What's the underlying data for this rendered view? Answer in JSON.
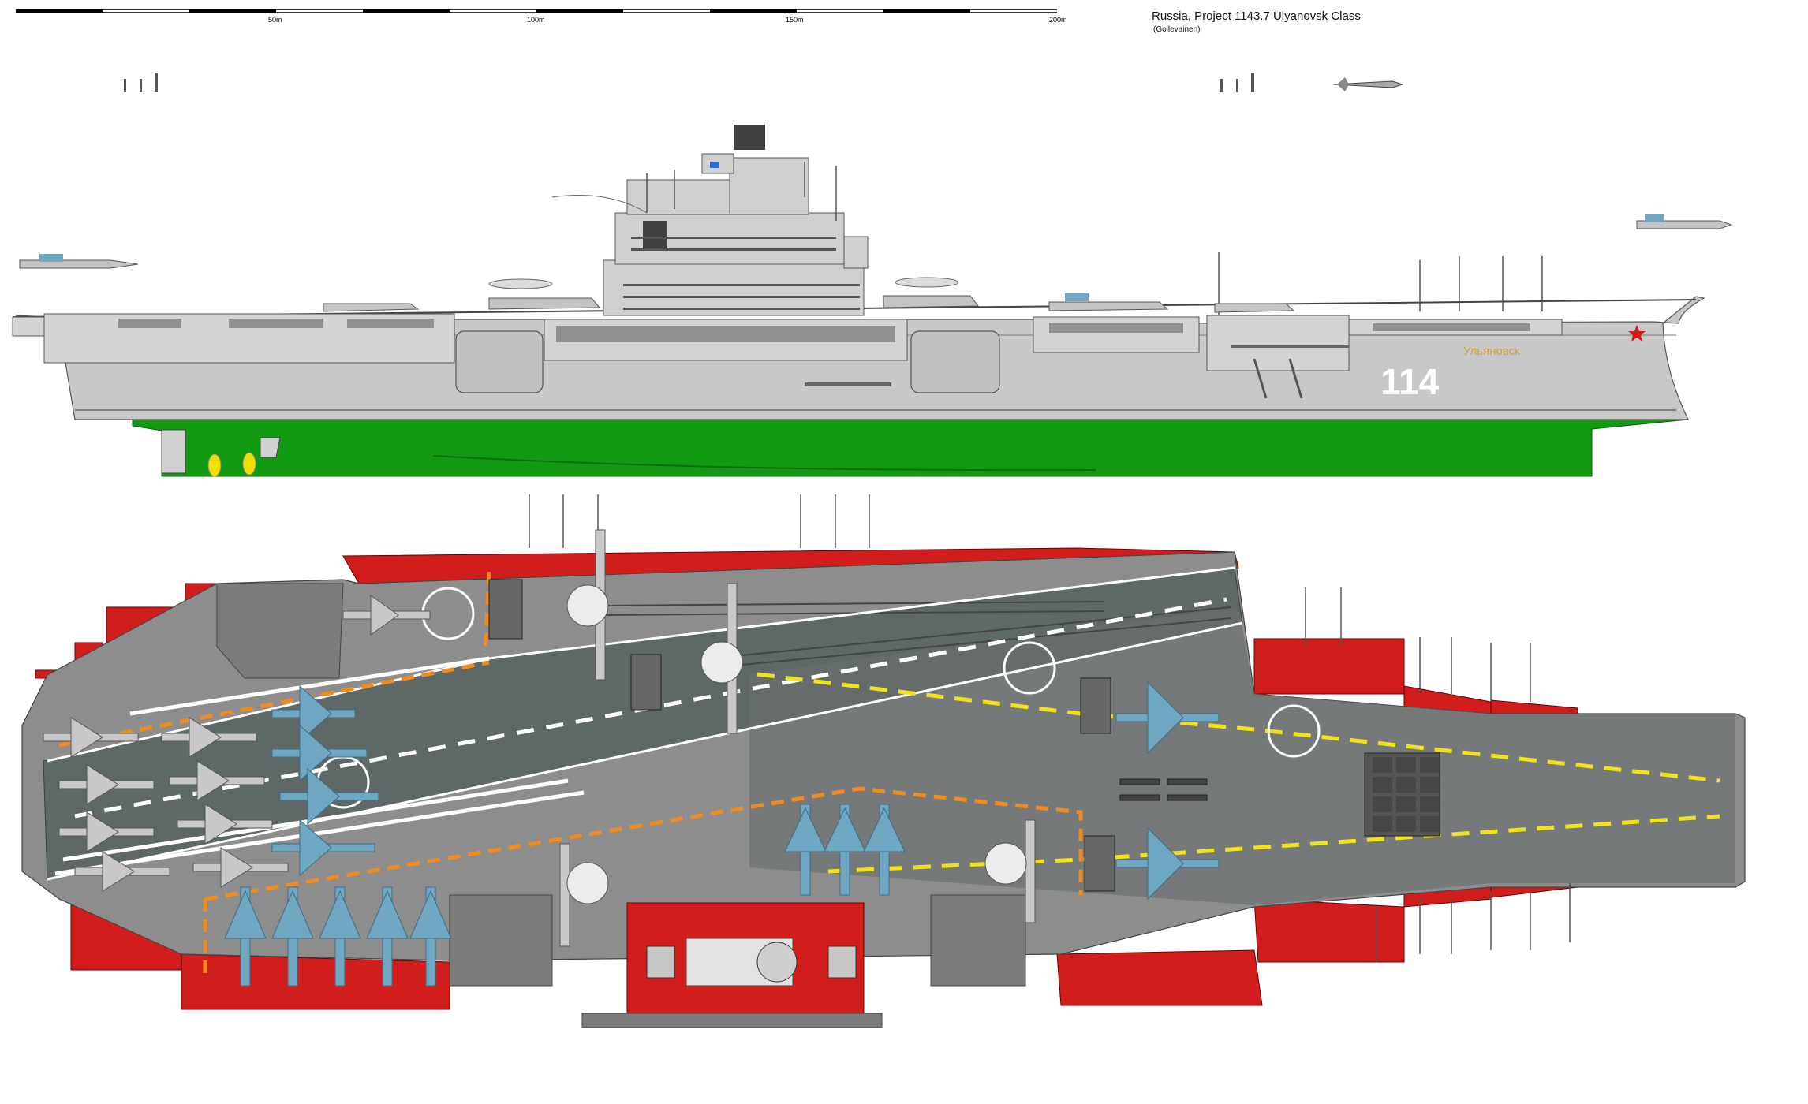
{
  "header": {
    "title": "Russia, Project 1143.7 Ulyanovsk Class",
    "author": "(Gollevainen)"
  },
  "scale": {
    "ticks": [
      "50m",
      "100m",
      "150m",
      "200m"
    ]
  },
  "ship": {
    "hull_number": "114",
    "name": "Ульяновск"
  },
  "colors": {
    "hull": "#c8c8c8",
    "antifouling": "#119a11",
    "deck": "#606a68",
    "deck_dark": "#565e5c",
    "red_sponson": "#d21d1d",
    "hangar_grey": "#8f8f8f",
    "marking_white": "#ffffff",
    "marking_yellow": "#f2e21a",
    "marking_orange": "#f08c1e",
    "aircraft_blue": "#6fa7c2",
    "propeller": "#f0e000"
  }
}
